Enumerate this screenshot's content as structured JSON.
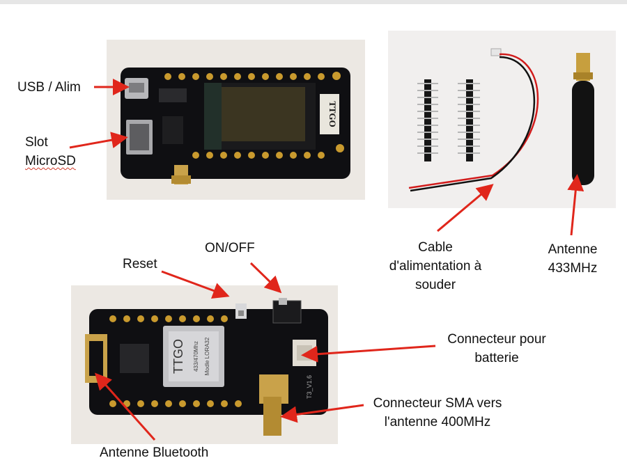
{
  "labels": {
    "usb": "USB / Alim",
    "slot_line1": "Slot",
    "slot_line2": "MicroSD",
    "onoff": "ON/OFF",
    "reset": "Reset",
    "cable_line1": "Cable",
    "cable_line2": "d'alimentation à",
    "cable_line3": "souder",
    "antenne_line1": "Antenne",
    "antenne_line2": "433MHz",
    "batt_line1": "Connecteur pour",
    "batt_line2": "batterie",
    "sma_line1": "Connecteur SMA vers",
    "sma_line2": "l'antenne 400MHz",
    "bt": "Antenne Bluetooth"
  },
  "board_marks": {
    "ttgo_top": "TTGO",
    "ttgo_module": "TTGO",
    "module_freq": "433/470Mhz",
    "module_model": "Modle LORA32",
    "version": "T3_V1.6"
  },
  "colors": {
    "arrow": "#e0261b",
    "pcb": "#121214",
    "photo_bg": "#ece8e3"
  }
}
